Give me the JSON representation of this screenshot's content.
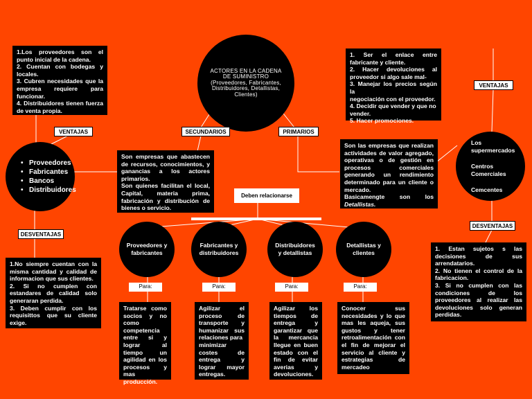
{
  "central": {
    "title": "ACTORES EN LA CADENA DE SUMINISTRO (Proveedores, Fabricantes, Distribuidores, Detallistas, Clientes)"
  },
  "secundarios": {
    "tag": "SECUNDARIOS",
    "description_lines": [
      "Son empresas que abastecen",
      "de recursos, conocimientos, y",
      "ganancias a los actores",
      "primarios.",
      "Son quienes facilitan el local,",
      "Capital, materia prima,",
      "fabricación y distribución de",
      "bienes o servicio."
    ]
  },
  "primarios": {
    "tag": "PRIMARIOS",
    "description_lines": [
      "Son las empresas que realizan",
      "actividades de valor agregado,",
      "operativas o de gestión en",
      "procesos comerciales",
      "generando un rendimiento",
      "determinado para un cliente o",
      "mercado."
    ],
    "description_last_prefix": "Basicamengte son los",
    "description_last_italic": "Detallistas."
  },
  "left": {
    "items": [
      "Proveedores",
      "Fabricantes",
      "Bancos",
      "Distribuidores"
    ],
    "ventajas_tag": "VENTAJAS",
    "desventajas_tag": "DESVENTAJAS",
    "ventajas_lines": [
      "1.Los proveedores son el",
      "punto inicial de la cadena.",
      "2. Cuentan con bodegas y",
      "locales.",
      "3. Cubren necesidades que la",
      "empresa requiere para",
      "funcionar.",
      "4. Distribuidores tienen fuerza",
      "de venta propia."
    ],
    "desventajas_lines": [
      "1.No siempre cuentan con la",
      "misma cantidad y calidad de",
      "informacion que sus clientes.",
      "2. Si no cumplen con",
      "estandares de calidad solo",
      "generaran perdida.",
      "3. Deben cumplir con los",
      "requisittos que su cliente",
      "exige."
    ]
  },
  "right": {
    "items": [
      "Los supermercados",
      "Centros Comerciales",
      "Cemcentes"
    ],
    "ventajas_tag": "VENTAJAS",
    "desventajas_tag": "DESVENTAJAS",
    "ventajas_lines": [
      "1. Ser el enlace entre",
      "fabricante y cliente.",
      "2. Hacer devoluciones al",
      "proveedor si algo sale mal-",
      "3. Manejar los precios según la",
      "negociación con el proveedor.",
      "4. Decidir que vender y que no",
      "vender.",
      "5. Hacer promociones."
    ],
    "desventajas_lines": [
      "1. Estan sujetos s las",
      "decisiones de sus",
      "arrendatarios.",
      "2. No tienen el control de la",
      "fabricacion.",
      "3. Si no cumplen con las",
      "condiciones de los",
      "proveedores al realizar las",
      "devoluciones solo generan",
      "perdidas."
    ]
  },
  "relacion": {
    "tag": "Deben relacionarse",
    "para_label": "Para:",
    "nodes": [
      {
        "title": "Proveedores y fabricantes",
        "lines": [
          "Tratarse como",
          "socios y no",
          "como",
          "competencia",
          "entre si y",
          "lograr al",
          "tiempo un",
          "agilidad en los",
          "procesos y mas",
          "producción."
        ]
      },
      {
        "title": "Fabricantes y distribuidores",
        "lines": [
          "Agilizar el",
          "proceso de",
          "transporte y",
          "humanizar sus",
          "relaciones para",
          "minimizar",
          "costes de",
          "entrega y",
          "lograr mayor",
          "entregas."
        ]
      },
      {
        "title": "Distribuidores y detallistas",
        "lines": [
          "Agilizar los",
          "tiempos de",
          "entrega y",
          "garantizar que",
          "la mercancia",
          "llegue en buen",
          "estado con el",
          "fin de evitar",
          "averias y",
          "devoluciones."
        ]
      },
      {
        "title": "Detallistas y clientes",
        "lines": [
          "Conocer sus",
          "necesidades y lo que",
          "mas les aqueja, sus",
          "gustos y tener",
          "retroalimentación con",
          "el fin de mejorar el",
          "servicio al cliente y",
          "estrategias de",
          "mercadeo"
        ]
      }
    ]
  },
  "colors": {
    "background": "#ff4500",
    "node": "#000000",
    "tag": "#ffffff"
  }
}
